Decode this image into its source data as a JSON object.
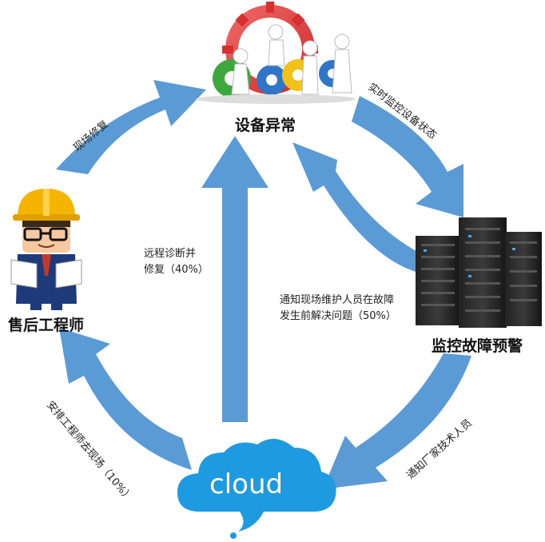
{
  "colors": {
    "arrow": "#5b9bd5",
    "cloud": "#1e9be0",
    "cloud_text": "#ffffff",
    "text": "#111111"
  },
  "nodes": {
    "equipment_abnormal": {
      "label": "设备异常",
      "icon": "gears-people-icon"
    },
    "monitor_warning": {
      "label": "监控故障预警",
      "icon": "server-rack-icon"
    },
    "after_sales_engineer": {
      "label": "售后工程师",
      "icon": "engineer-hardhat-icon"
    },
    "cloud": {
      "label": "cloud",
      "icon": "cloud-icon"
    }
  },
  "edges": {
    "realtime_monitor": "实时监控设备状态",
    "notify_vendor": "通知厂家技术人员",
    "arrange_engineer": "安排工程师去现场（10%）",
    "onsite_repair": "现场修复",
    "remote_line1": "远程诊断并",
    "remote_line2": "修复（40%）",
    "notify_line1": "通知现场维护人员在故障",
    "notify_line2": "发生前解决问题（50%）"
  }
}
